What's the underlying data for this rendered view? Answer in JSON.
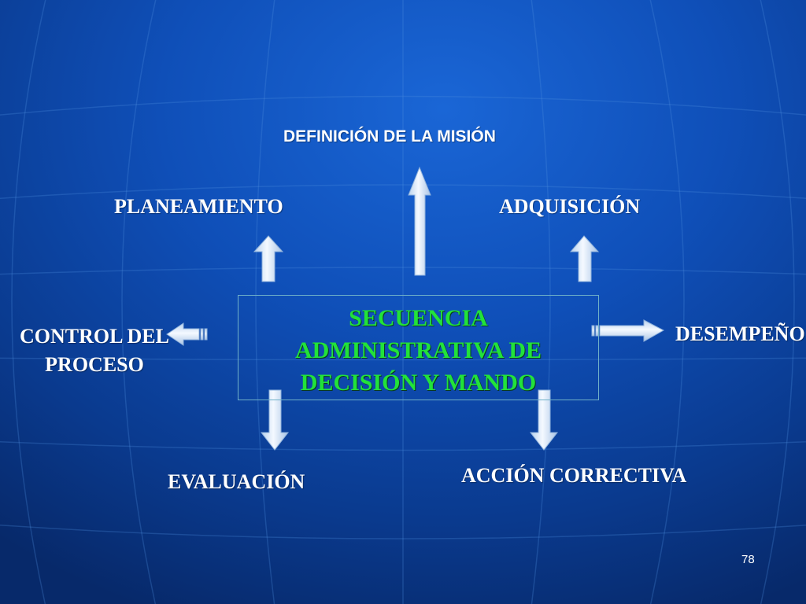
{
  "diagram": {
    "center_lines": [
      "SECUENCIA",
      "ADMINISTRATIVA DE",
      "DECISIÓN Y MANDO"
    ],
    "nodes": {
      "mission": "DEFINICIÓN DE LA MISIÓN",
      "planning": "PLANEAMIENTO",
      "acquisition": "ADQUISICIÓN",
      "control_lines": [
        "CONTROL DEL",
        "PROCESO"
      ],
      "performance": "DESEMPEÑO",
      "evaluation": "EVALUACIÓN",
      "corrective_action": "ACCIÓN CORRECTIVA"
    }
  },
  "page_number": "78",
  "colors": {
    "center_text": "#22e23a",
    "arrow_fill": "#dce9f7",
    "box_border": "#6fb0c8"
  }
}
